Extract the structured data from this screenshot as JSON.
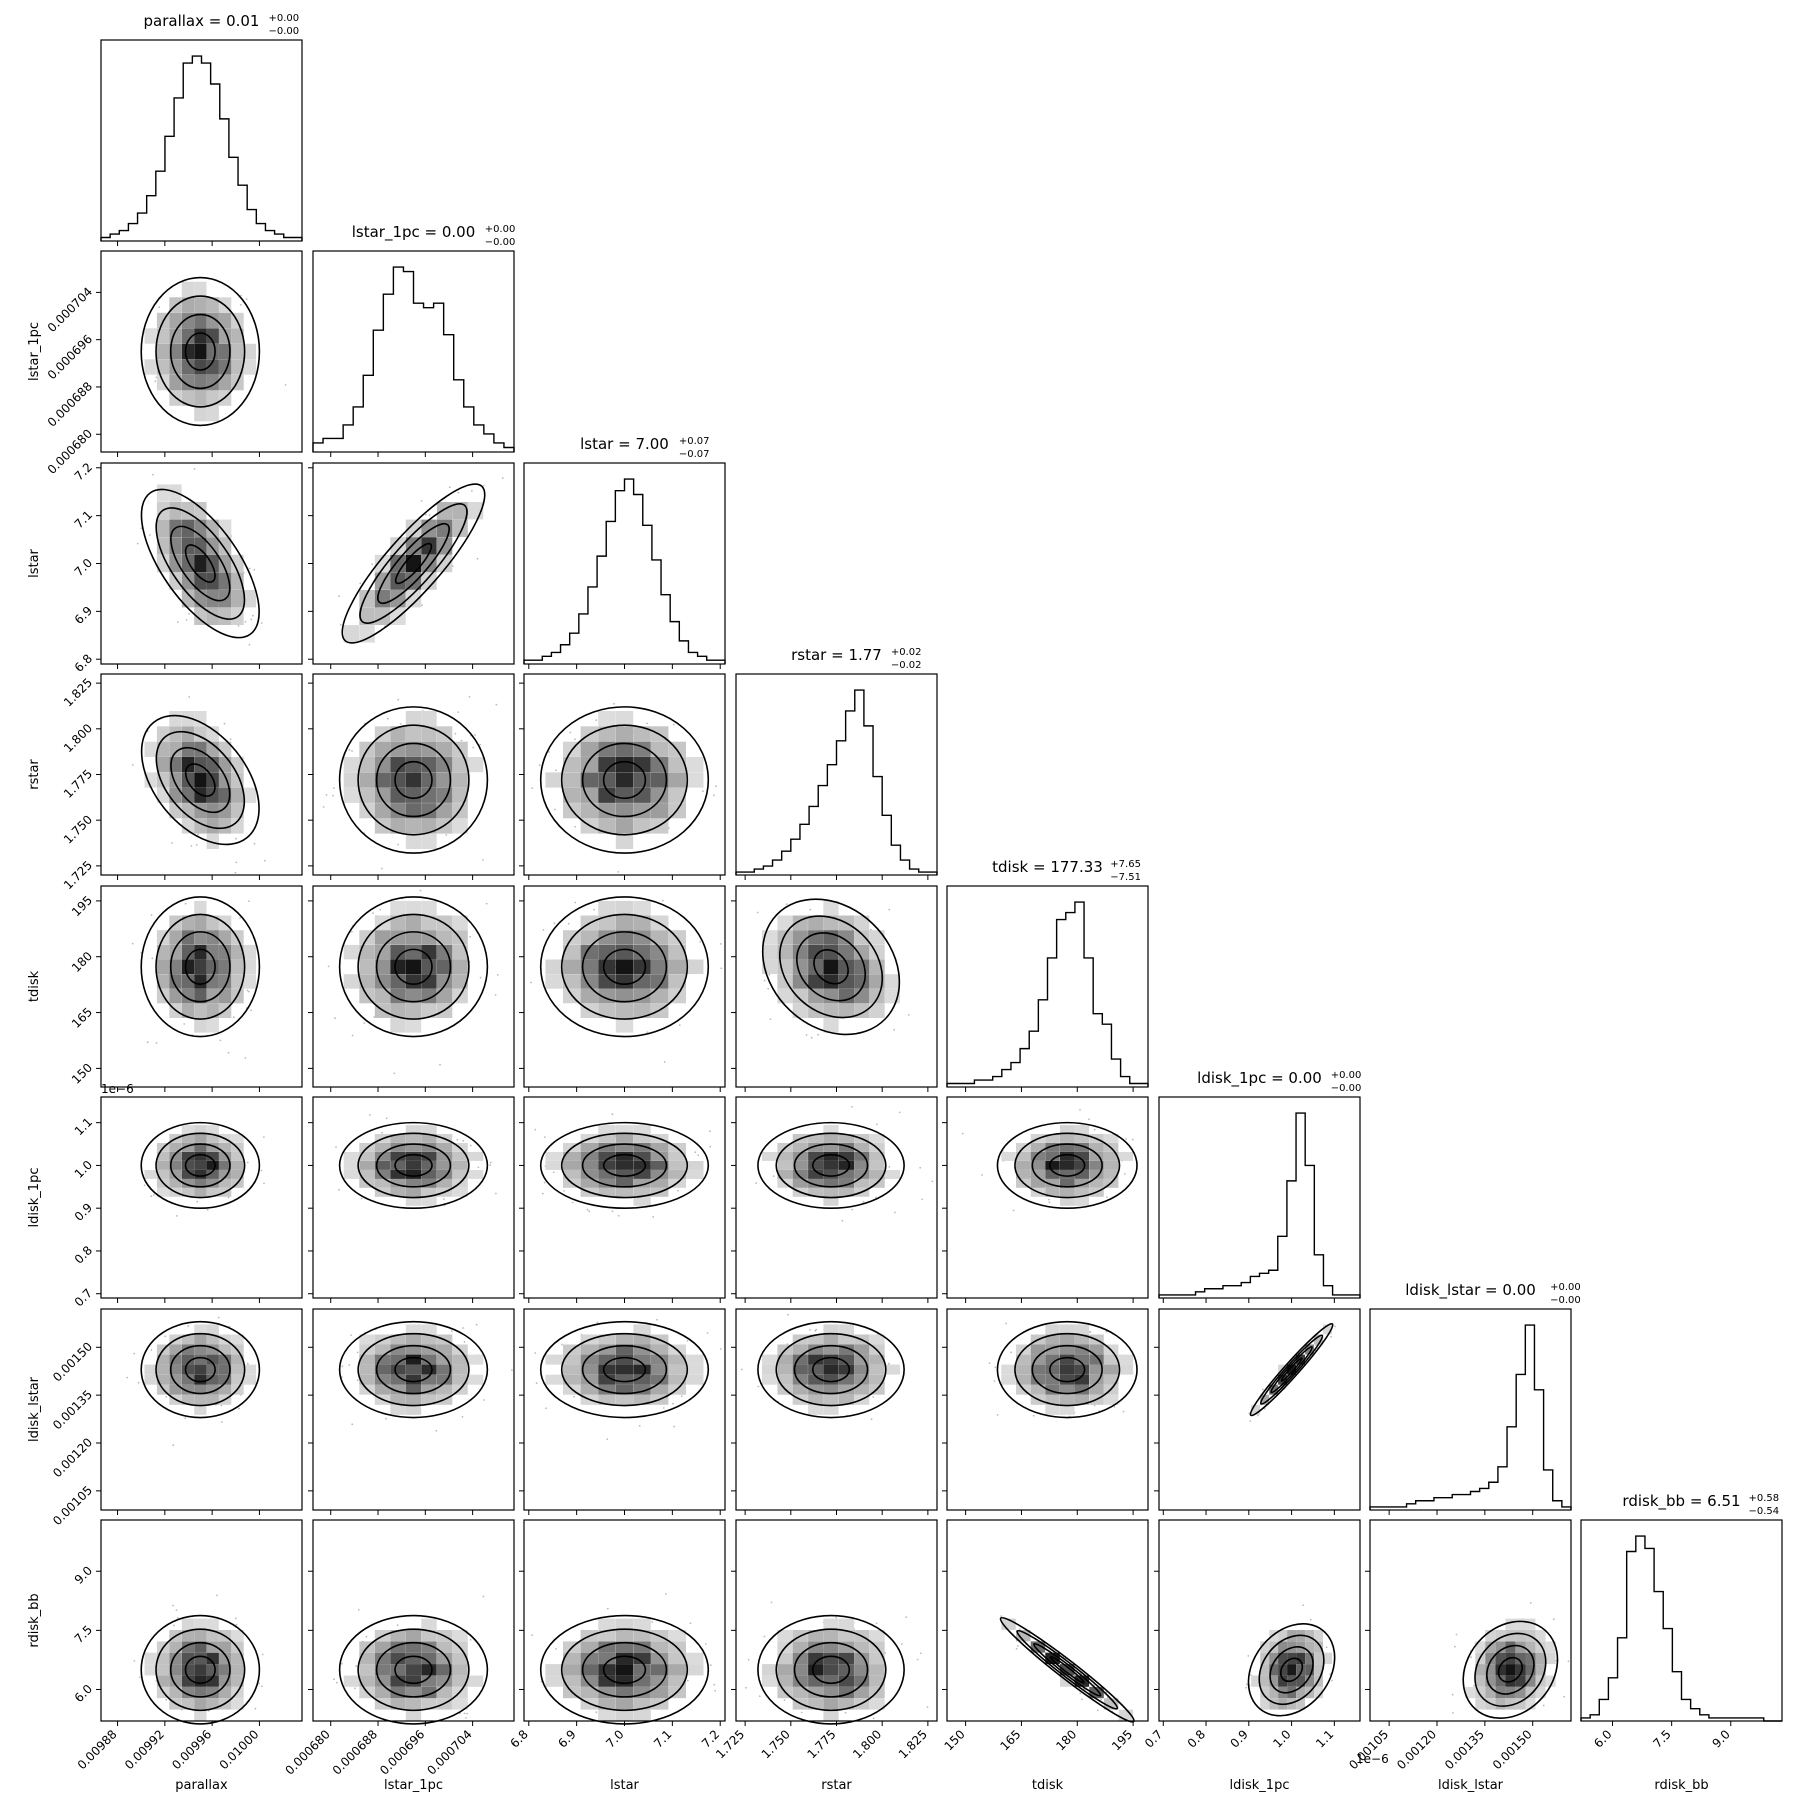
{
  "chart_data": {
    "type": "corner",
    "parameters": [
      {
        "name": "parallax",
        "title": "parallax = 0.01",
        "sup": "+0.00",
        "sub": "−0.00",
        "mean": 0.00995,
        "sd": 2e-05,
        "ticks": [
          0.00988,
          0.00992,
          0.00996,
          0.01
        ],
        "tick_labels": [
          "0.00988",
          "0.00992",
          "0.00996",
          "0.01000"
        ],
        "range": [
          0.009866,
          0.010036
        ],
        "offset": ""
      },
      {
        "name": "lstar_1pc",
        "title": "lstar_1pc = 0.00",
        "sup": "+0.00",
        "sub": "−0.00",
        "mean": 0.000694,
        "sd": 5e-06,
        "ticks": [
          0.00068,
          0.000688,
          0.000696,
          0.000704
        ],
        "tick_labels": [
          "0.000680",
          "0.000688",
          "0.000696",
          "0.000704"
        ],
        "range": [
          0.000677,
          0.000711
        ],
        "offset": ""
      },
      {
        "name": "lstar",
        "title": "lstar = 7.00",
        "sup": "+0.07",
        "sub": "−0.07",
        "mean": 7.0,
        "sd": 0.07,
        "ticks": [
          6.8,
          6.9,
          7.0,
          7.1,
          7.2
        ],
        "tick_labels": [
          "6.8",
          "6.9",
          "7.0",
          "7.1",
          "7.2"
        ],
        "range": [
          6.79,
          7.21
        ],
        "offset": ""
      },
      {
        "name": "rstar",
        "title": "rstar = 1.77",
        "sup": "+0.02",
        "sub": "−0.02",
        "mean": 1.772,
        "sd": 0.016,
        "ticks": [
          1.725,
          1.75,
          1.775,
          1.8,
          1.825
        ],
        "tick_labels": [
          "1.725",
          "1.750",
          "1.775",
          "1.800",
          "1.825"
        ],
        "range": [
          1.72,
          1.83
        ],
        "offset": ""
      },
      {
        "name": "tdisk",
        "title": "tdisk = 177.33",
        "sup": "+7.65",
        "sub": "−7.51",
        "mean": 177.3,
        "sd": 7.5,
        "ticks": [
          150,
          165,
          180,
          195
        ],
        "tick_labels": [
          "150",
          "165",
          "180",
          "195"
        ],
        "range": [
          145,
          199
        ],
        "offset": ""
      },
      {
        "name": "ldisk_1pc",
        "title": "ldisk_1pc = 0.00",
        "sup": "+0.00",
        "sub": "−0.00",
        "mean": 1.0,
        "sd": 0.04,
        "ticks": [
          0.7,
          0.8,
          0.9,
          1.0,
          1.1
        ],
        "tick_labels": [
          "0.7",
          "0.8",
          "0.9",
          "1.0",
          "1.1"
        ],
        "range": [
          0.69,
          1.16
        ],
        "offset": "1e−6"
      },
      {
        "name": "ldisk_lstar",
        "title": "ldisk_lstar = 0.00",
        "sup": "+0.00",
        "sub": "−0.00",
        "mean": 0.00143,
        "sd": 6e-05,
        "ticks": [
          0.00105,
          0.0012,
          0.00135,
          0.0015
        ],
        "tick_labels": [
          "0.00105",
          "0.00120",
          "0.00135",
          "0.00150"
        ],
        "range": [
          0.00099,
          0.00162
        ],
        "offset": ""
      },
      {
        "name": "rdisk_bb",
        "title": "rdisk_bb = 6.51",
        "sup": "+0.58",
        "sub": "−0.54",
        "mean": 6.5,
        "sd": 0.55,
        "ticks": [
          6.0,
          7.5,
          9.0
        ],
        "tick_labels": [
          "6.0",
          "7.5",
          "9.0"
        ],
        "range": [
          5.2,
          10.3
        ],
        "offset": ""
      }
    ],
    "correlations": {
      "1-0": -0.05,
      "2-0": -0.55,
      "2-1": 0.85,
      "3-0": -0.35,
      "3-1": 0.0,
      "3-2": 0.0,
      "4-0": 0.0,
      "4-1": 0.05,
      "4-2": 0.0,
      "4-3": -0.2,
      "5-0": 0.0,
      "5-1": 0.0,
      "5-2": 0.0,
      "5-3": 0.0,
      "5-4": 0.0,
      "6-0": 0.0,
      "6-1": 0.0,
      "6-2": 0.0,
      "6-3": 0.0,
      "6-4": 0.0,
      "6-5": 0.97,
      "7-0": 0.0,
      "7-1": 0.0,
      "7-2": 0.0,
      "7-3": 0.0,
      "7-4": -0.97,
      "7-5": 0.15,
      "7-6": 0.15
    },
    "hist_counts": [
      [
        1,
        2,
        3,
        5,
        8,
        13,
        20,
        30,
        41,
        51,
        53,
        51,
        45,
        35,
        24,
        16,
        9,
        5,
        3,
        2,
        1,
        1
      ],
      [
        2,
        3,
        3,
        6,
        10,
        17,
        27,
        35,
        41,
        40,
        33,
        32,
        33,
        26,
        16,
        10,
        6,
        4,
        2,
        1
      ],
      [
        1,
        1,
        2,
        3,
        5,
        8,
        13,
        20,
        28,
        37,
        45,
        48,
        44,
        36,
        27,
        18,
        11,
        6,
        3,
        2,
        1,
        1
      ],
      [
        1,
        1,
        2,
        3,
        5,
        8,
        12,
        17,
        23,
        30,
        37,
        45,
        55,
        62,
        50,
        33,
        20,
        10,
        5,
        2,
        1,
        1
      ],
      [
        1,
        1,
        1,
        2,
        2,
        3,
        5,
        7,
        11,
        16,
        25,
        37,
        48,
        50,
        53,
        37,
        21,
        18,
        8,
        3,
        1,
        1
      ],
      [
        1,
        1,
        1,
        1,
        2,
        3,
        3,
        4,
        4,
        5,
        7,
        8,
        9,
        20,
        38,
        60,
        43,
        14,
        4,
        1,
        1,
        1
      ],
      [
        1,
        1,
        1,
        1,
        2,
        3,
        3,
        4,
        4,
        5,
        5,
        6,
        7,
        9,
        14,
        27,
        44,
        60,
        39,
        13,
        3,
        1
      ],
      [
        1,
        2,
        7,
        14,
        27,
        55,
        60,
        56,
        42,
        30,
        16,
        7,
        4,
        2,
        1,
        1,
        1,
        1,
        1,
        1,
        0,
        0
      ]
    ]
  }
}
